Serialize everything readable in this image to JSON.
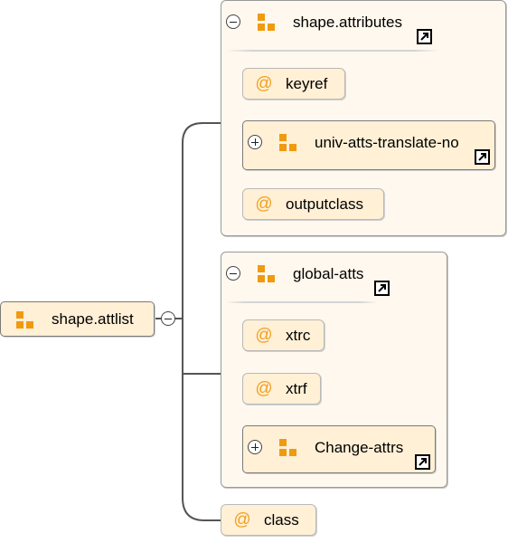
{
  "root": {
    "label": "shape.attlist",
    "icon": "group-icon"
  },
  "groups": [
    {
      "label": "shape.attributes",
      "icon": "group-icon",
      "children": [
        {
          "kind": "attribute",
          "label": "keyref",
          "icon": "at-sign-icon"
        },
        {
          "kind": "group-ref",
          "label": "univ-atts-translate-no",
          "icon": "group-icon"
        },
        {
          "kind": "attribute",
          "label": "outputclass",
          "icon": "at-sign-icon"
        }
      ]
    },
    {
      "label": "global-atts",
      "icon": "group-icon",
      "children": [
        {
          "kind": "attribute",
          "label": "xtrc",
          "icon": "at-sign-icon"
        },
        {
          "kind": "attribute",
          "label": "xtrf",
          "icon": "at-sign-icon"
        },
        {
          "kind": "group-ref",
          "label": "Change-attrs",
          "icon": "group-icon"
        }
      ]
    }
  ],
  "attributes": [
    {
      "label": "class",
      "icon": "at-sign-icon"
    }
  ],
  "symbols": {
    "at": "@"
  },
  "colors": {
    "group_fill": "#fff8ee",
    "node_fill": "#fff0d6",
    "icon_orange": "#f09a10",
    "connector": "#555555"
  }
}
